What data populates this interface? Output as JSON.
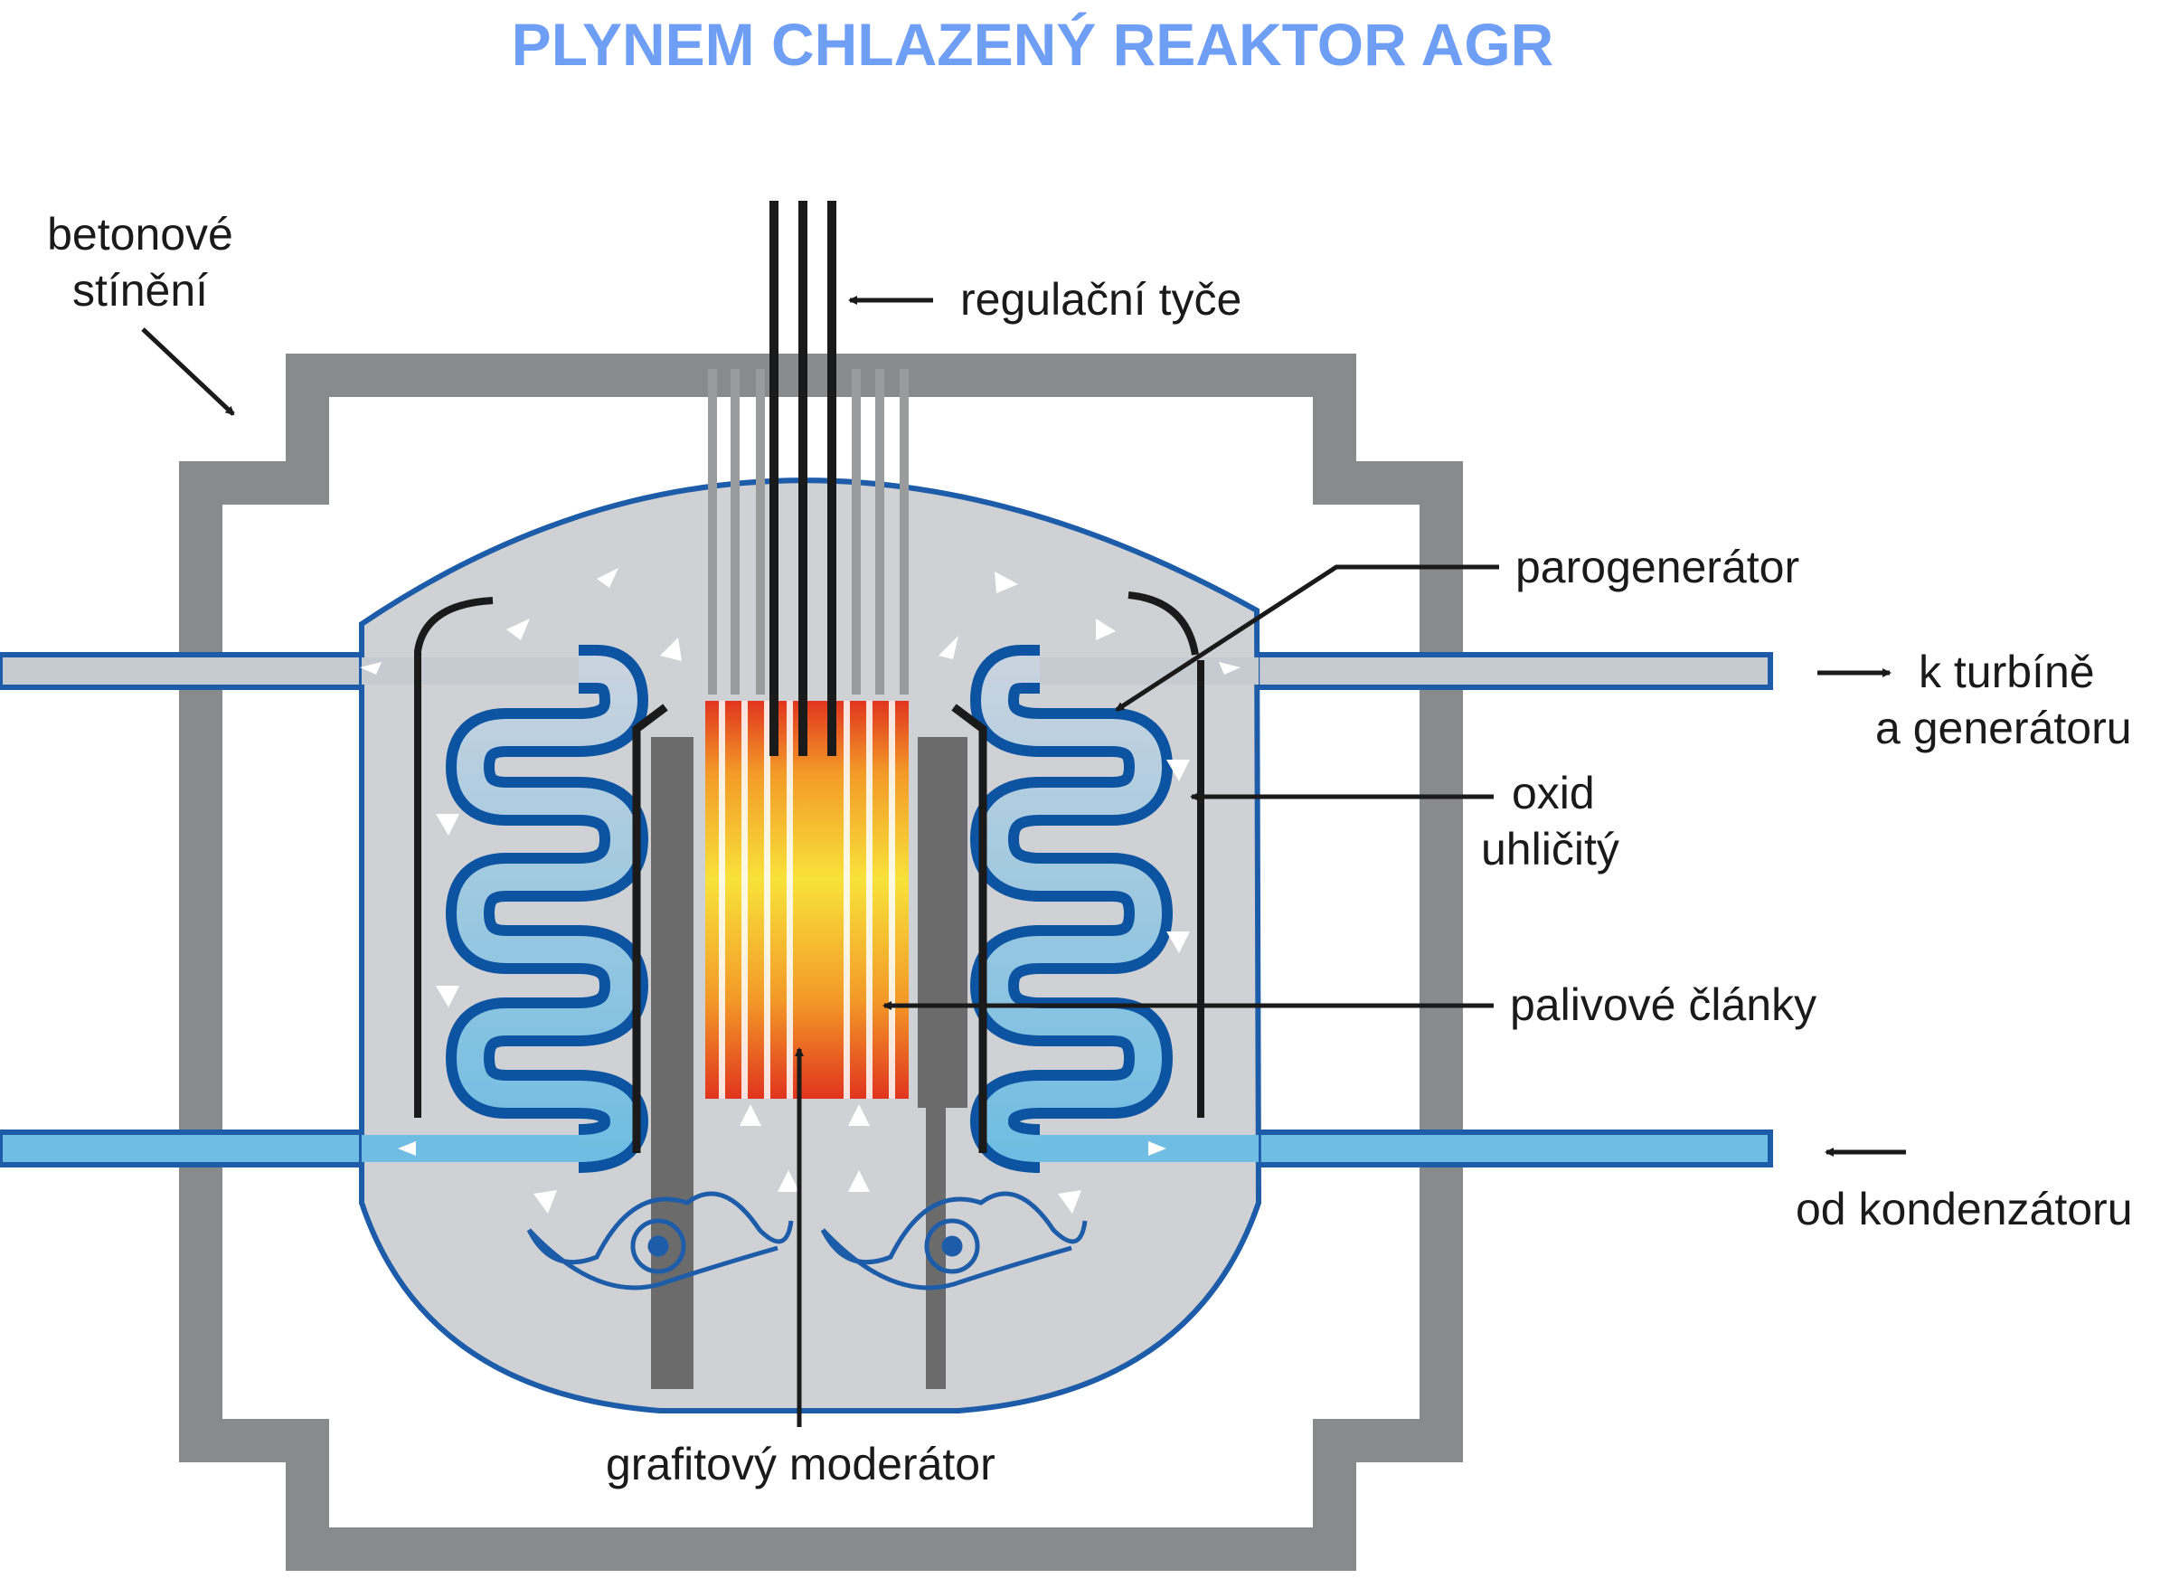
{
  "title": "PLYNEM CHLAZENÝ REAKTOR AGR",
  "labels": {
    "concrete_1": "betonové",
    "concrete_2": "stínění",
    "control_rods": "regulační tyče",
    "steam_generator": "parogenerátor",
    "to_turbine_1": "k turbíně",
    "to_turbine_2": "a generátoru",
    "co2_1": "oxid",
    "co2_2": "uhličitý",
    "fuel": "palivové články",
    "from_condenser": "od kondenzátoru",
    "moderator": "grafitový moderátor"
  },
  "colors": {
    "title": "#6f9ef5",
    "shield": "#898a8c",
    "vessel_fill": "#cfd1d4",
    "vessel_outline": "#1d5ca8",
    "pipe_hot": "#c6cbd2",
    "pipe_cold": "#6fbde2",
    "coil_dark": "#0c53a1",
    "graphite": "#6b6b6b",
    "fuel_hot": "#e0351e",
    "fuel_core": "#f8e23a"
  },
  "icons": [
    "arrow-right-icon",
    "arrow-left-icon",
    "flow-arrow-icon",
    "fan-icon"
  ]
}
